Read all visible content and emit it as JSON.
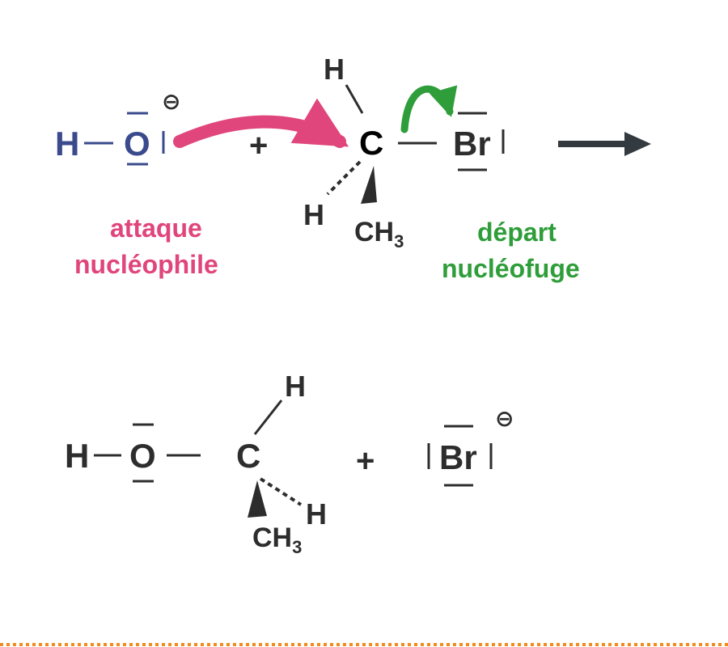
{
  "colors": {
    "hydroxide_blue": "#3a4a8c",
    "nucleophile_pink": "#e0457b",
    "leaving_green": "#2f9e3a",
    "dark_gray": "#2d2d2d",
    "reaction_arrow": "#333a40",
    "border_orange": "#f08c1e"
  },
  "reactants": {
    "hydroxide": {
      "h": "H",
      "o": "O",
      "charge": "⊖"
    },
    "plus": "+",
    "substrate": {
      "h_top": "H",
      "c": "C",
      "h_bottom": "H",
      "ch3_main": "CH",
      "ch3_sub": "3",
      "br": "Br"
    }
  },
  "labels": {
    "nucleophile_line1": "attaque",
    "nucleophile_line2": "nucléophile",
    "leaving_line1": "départ",
    "leaving_line2": "nucléofuge"
  },
  "products": {
    "alcohol": {
      "h": "H",
      "o": "O",
      "c": "C",
      "h_top": "H",
      "h_right": "H",
      "ch3_main": "CH",
      "ch3_sub": "3"
    },
    "plus": "+",
    "bromide": {
      "br": "Br",
      "charge": "⊖"
    }
  },
  "icons": {
    "attack_arrow": "curved-arrow-icon",
    "departure_arrow": "curved-arrow-icon",
    "reaction_arrow": "right-arrow-icon",
    "charge": "minus-circle-icon"
  }
}
